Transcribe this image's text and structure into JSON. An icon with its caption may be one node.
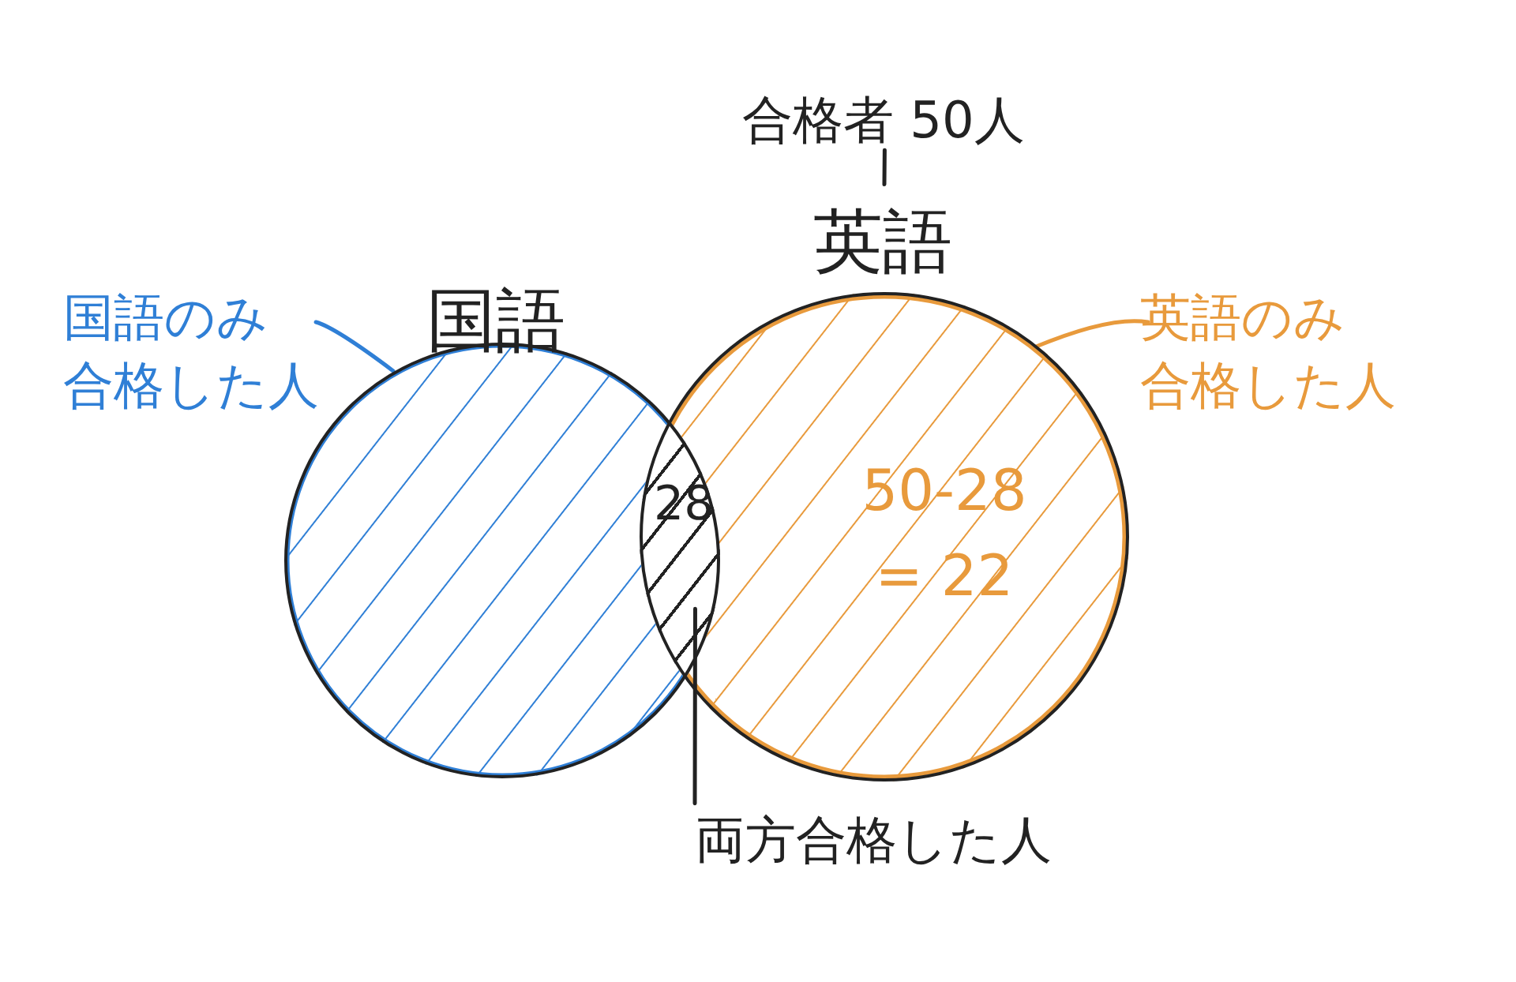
{
  "diagram": {
    "nodes": [
      {
        "text": [
          "国語"
        ]
      },
      {
        "text": [
          "英語"
        ]
      },
      {
        "text": [
          "28"
        ]
      },
      {
        "text": [
          "合格者 50人"
        ]
      },
      {
        "text": [
          "国語のみ合格した人"
        ]
      },
      {
        "text": [
          "英語のみ合格した人"
        ]
      },
      {
        "text": [
          "両方合格した人"
        ]
      }
    ],
    "edges": [
      {
        "from": 3,
        "to": 1,
        "arrow": "none"
      },
      {
        "from": 4,
        "to": 0,
        "arrow": "none",
        "color": "#2f7fd6"
      },
      {
        "from": 5,
        "to": 1,
        "arrow": "none",
        "color": "#e89a3c"
      },
      {
        "from": 6,
        "to": 2,
        "arrow": "none"
      }
    ],
    "labels": [
      "50-28 = 22"
    ]
  }
}
